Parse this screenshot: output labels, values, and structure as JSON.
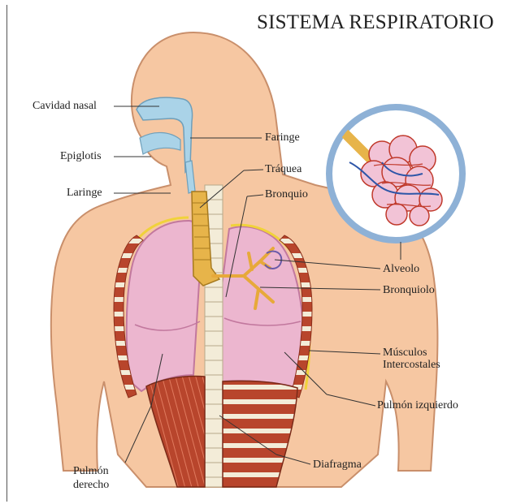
{
  "title": "SISTEMA RESPIRATORIO",
  "labels": {
    "nasal": "Cavidad nasal",
    "epiglotis": "Epiglotis",
    "laringe": "Laringe",
    "faringe": "Faringe",
    "traquea": "Tráquea",
    "bronquio": "Bronquio",
    "alveolo": "Alveolo",
    "bronquiolo": "Bronquiolo",
    "musculos_1": "Músculos",
    "musculos_2": "Intercostales",
    "pulmon_izq": "Pulmón izquierdo",
    "diafragma": "Diafragma",
    "pulmon_der_1": "Pulmón",
    "pulmon_der_2": "derecho"
  },
  "colors": {
    "skin": "#f6c7a2",
    "skin_outline": "#c98f6b",
    "lung": "#ecb6cf",
    "lung_dark": "#d88fb3",
    "airway": "#aad3e8",
    "trachea": "#e7b44a",
    "muscle": "#b8452c",
    "bone": "#f3ecd8",
    "pleura": "#f0d23a",
    "alveoli_ring": "#8eb1d6"
  }
}
